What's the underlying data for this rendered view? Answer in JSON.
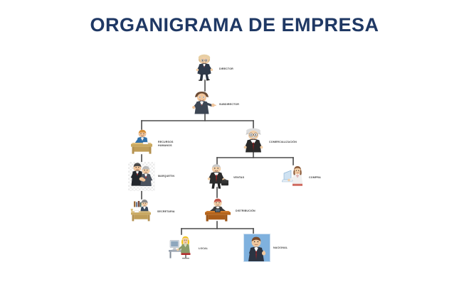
{
  "page": {
    "title": "ORGANIGRAMA DE EMPRESA",
    "background_color": "#ffffff",
    "title_color": "#1f3864",
    "connector_color": "#4a4a4a",
    "label_color": "#3d3d3d"
  },
  "chart_data": {
    "type": "diagram",
    "diagram_kind": "organizational-chart",
    "title": "ORGANIGRAMA DE EMPRESA",
    "language": "es",
    "nodes": [
      {
        "id": "director",
        "label": "DIRECTOR",
        "level": 1,
        "parent": null,
        "icon": "businessman-standing-icon"
      },
      {
        "id": "subdirector",
        "label": "SUBDIRECTOR",
        "level": 2,
        "parent": "director",
        "icon": "businessman-pointing-icon"
      },
      {
        "id": "recursos-humanos",
        "label": "RECURSOS\nHUMANOS",
        "level": 3,
        "parent": "subdirector",
        "icon": "man-at-desk-icon"
      },
      {
        "id": "comercializacion",
        "label": "COMERCIALIZACIÓN",
        "level": 3,
        "parent": "subdirector",
        "icon": "older-businessman-icon"
      },
      {
        "id": "marquetin",
        "label": "MARQUETIN",
        "level": 4,
        "parent": "recursos-humanos",
        "icon": "two-businessmen-icon"
      },
      {
        "id": "ventas",
        "label": "VENTAS",
        "level": 4,
        "parent": "comercializacion",
        "icon": "businessman-briefcase-icon"
      },
      {
        "id": "compra",
        "label": "COMPRA",
        "level": 4,
        "parent": "comercializacion",
        "icon": "woman-at-laptop-icon"
      },
      {
        "id": "secretaria",
        "label": "SECRETARIA",
        "level": 5,
        "parent": "marquetin",
        "icon": "secretary-at-desk-icon"
      },
      {
        "id": "distribucion",
        "label": "DISTRIBUCIÓN",
        "level": 5,
        "parent": "ventas",
        "icon": "man-at-wooden-desk-icon"
      },
      {
        "id": "local",
        "label": "LOCAL",
        "level": 6,
        "parent": "distribucion",
        "icon": "woman-at-computer-icon"
      },
      {
        "id": "nacional",
        "label": "NACIONAL",
        "level": 6,
        "parent": "distribucion",
        "icon": "businessman-photo-icon"
      }
    ],
    "edges": [
      {
        "from": "director",
        "to": "subdirector"
      },
      {
        "from": "subdirector",
        "to": "recursos-humanos"
      },
      {
        "from": "subdirector",
        "to": "comercializacion"
      },
      {
        "from": "recursos-humanos",
        "to": "marquetin"
      },
      {
        "from": "marquetin",
        "to": "secretaria"
      },
      {
        "from": "comercializacion",
        "to": "ventas"
      },
      {
        "from": "comercializacion",
        "to": "compra"
      },
      {
        "from": "ventas",
        "to": "distribucion"
      },
      {
        "from": "distribucion",
        "to": "local"
      },
      {
        "from": "distribucion",
        "to": "nacional"
      }
    ]
  },
  "labels": {
    "director": "DIRECTOR",
    "subdirector": "SUBDIRECTOR",
    "recursos_humanos": "RECURSOS\nHUMANOS",
    "comercializacion": "COMERCIALIZACIÓN",
    "marquetin": "MARQUETIN",
    "ventas": "VENTAS",
    "compra": "COMPRA",
    "secretaria": "SECRETARIA",
    "distribucion": "DISTRIBUCIÓN",
    "local": "LOCAL",
    "nacional": "NACIONAL"
  }
}
